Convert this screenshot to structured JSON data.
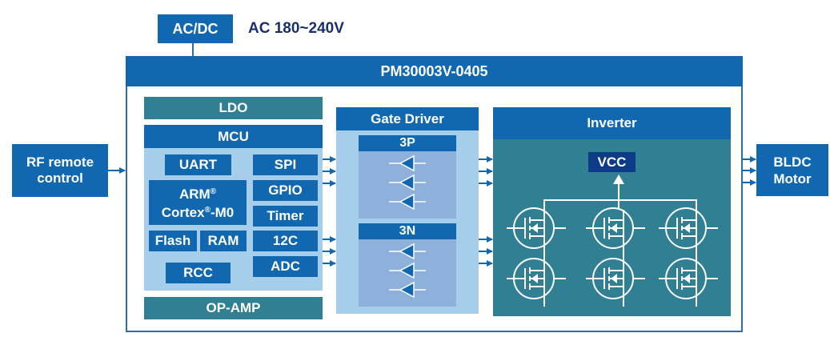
{
  "title": "PM30003V-0405",
  "power": {
    "converter": "AC/DC",
    "input_label": "AC 180~240V"
  },
  "external": {
    "input": "RF remote control",
    "input_lines": [
      "RF remote",
      "control"
    ],
    "output_lines": [
      "BLDC",
      "Motor"
    ]
  },
  "mcu_section": {
    "ldo": "LDO",
    "mcu": "MCU",
    "blocks": {
      "uart": "UART",
      "spi": "SPI",
      "arm_line1": "ARM",
      "arm_line2_a": "Cortex",
      "arm_line2_b": "-M0",
      "registered": "®",
      "gpio": "GPIO",
      "timer": "Timer",
      "flash": "Flash",
      "ram": "RAM",
      "i2c": "12C",
      "rcc": "RCC",
      "adc": "ADC"
    },
    "op_amp": "OP-AMP"
  },
  "gate_driver": {
    "title": "Gate Driver",
    "groups": [
      {
        "label": "3P",
        "buffers": 3
      },
      {
        "label": "3N",
        "buffers": 3
      }
    ]
  },
  "inverter": {
    "title": "Inverter",
    "vcc": "VCC",
    "mosfets": {
      "columns": 3,
      "rows": 2
    }
  },
  "colors": {
    "primary_blue": "#1168b0",
    "teal": "#317f92",
    "light_blue": "#a6cdea",
    "mid_blue": "#8eb1dc",
    "navy": "#0c3b88",
    "title_text": "#1b2f6e"
  }
}
